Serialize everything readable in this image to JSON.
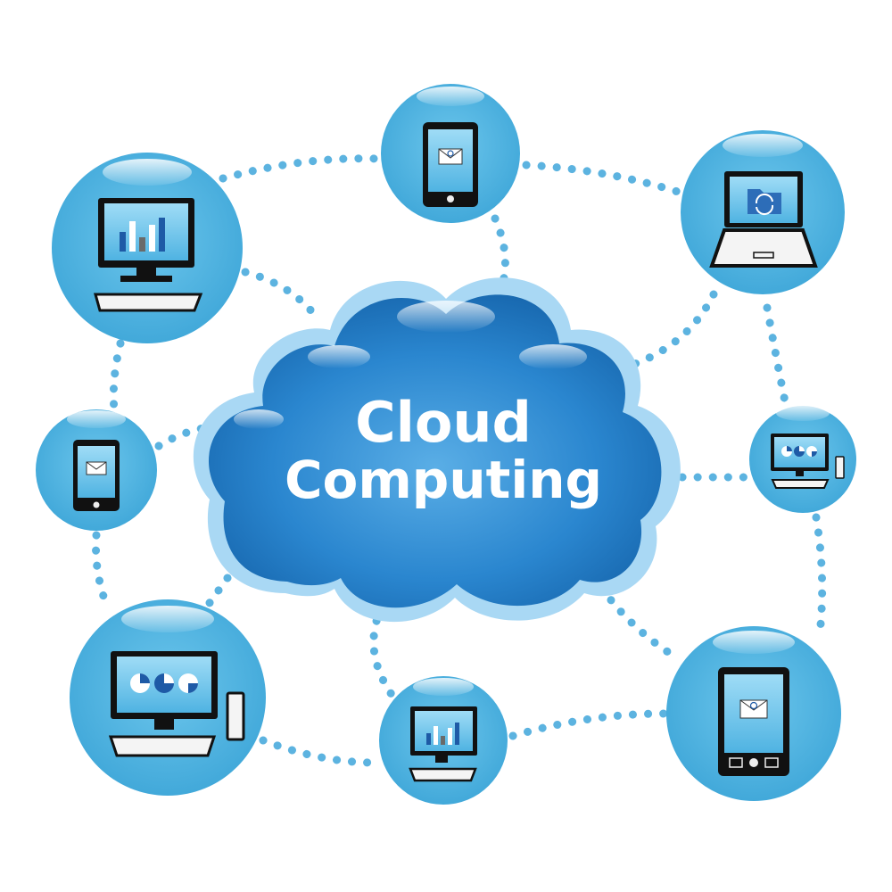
{
  "title": {
    "line1": "Cloud",
    "line2": "Computing"
  },
  "colors": {
    "background": "#ffffff",
    "node_fill": "#5ab8e2",
    "node_highlight": "#a8dcf3",
    "connector_dots": "#5cb3e0",
    "cloud_fill": "#1e7ec6",
    "cloud_outline": "#a9d8f4",
    "device_frame": "#111111",
    "device_screen": "#6cc3ec"
  },
  "nodes": [
    {
      "id": "monitor-bar-chart-top-left",
      "device": "desktop-computer",
      "screen_icon": "bar-chart-icon"
    },
    {
      "id": "smartphone-top",
      "device": "smartphone",
      "screen_icon": "email-icon"
    },
    {
      "id": "laptop-top-right",
      "device": "laptop",
      "screen_icon": "sync-folder-icon"
    },
    {
      "id": "smartphone-left",
      "device": "smartphone",
      "screen_icon": "email-icon"
    },
    {
      "id": "desktop-pie-right",
      "device": "desktop-computer",
      "screen_icon": "pie-chart-icon"
    },
    {
      "id": "desktop-pie-bottom-left",
      "device": "desktop-computer",
      "screen_icon": "pie-chart-icon"
    },
    {
      "id": "monitor-bar-chart-bottom",
      "device": "desktop-computer",
      "screen_icon": "bar-chart-icon"
    },
    {
      "id": "tablet-bottom-right",
      "device": "tablet",
      "screen_icon": "email-icon"
    }
  ]
}
